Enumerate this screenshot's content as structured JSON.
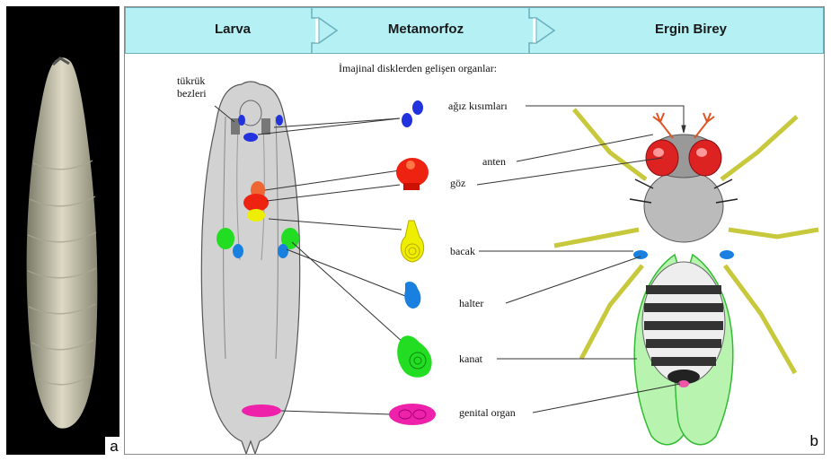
{
  "stages": [
    "Larva",
    "Metamorfoz",
    "Ergin Birey"
  ],
  "heading": "İmajinal disklerden gelişen organlar:",
  "larva_labels": {
    "salivary_line1": "tükrük",
    "salivary_line2": "bezleri"
  },
  "organs": [
    {
      "label": "ağız kısımları",
      "color": "#2233dd"
    },
    {
      "label": "anten",
      "color": "#ee2211"
    },
    {
      "label": "göz",
      "color": "#ee2211"
    },
    {
      "label": "bacak",
      "color": "#eeee00"
    },
    {
      "label": "halter",
      "color": "#1a80e0"
    },
    {
      "label": "kanat",
      "color": "#22dd22"
    },
    {
      "label": "genital organ",
      "color": "#ee22aa"
    }
  ],
  "panel_labels": {
    "photo": "a",
    "diagram": "b"
  },
  "colors": {
    "bar": "#b4f0f4",
    "bar_border": "#6ab0bc",
    "larva_body": "#d2d2d2",
    "fly_wing": "#b8f4b0",
    "fly_leg": "#c8c83c"
  }
}
